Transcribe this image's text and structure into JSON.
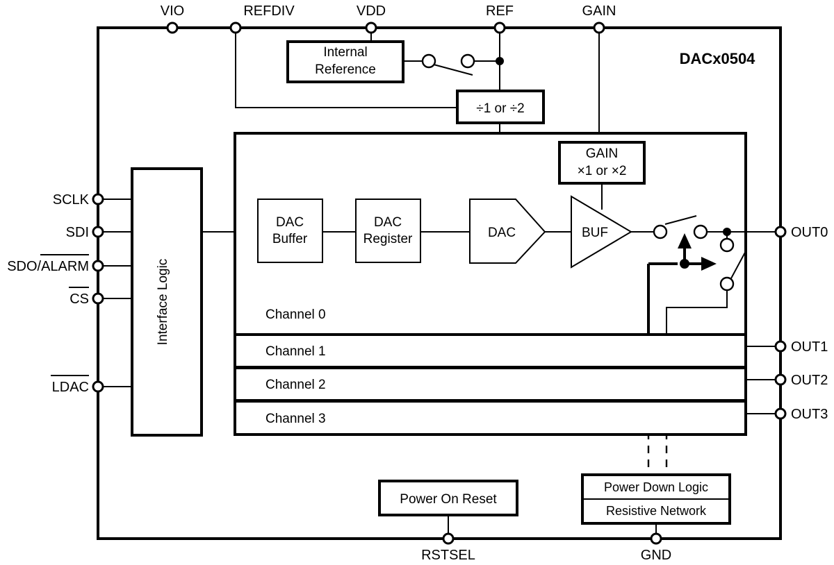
{
  "diagram": {
    "title": "DACx0504",
    "device_label": "DACx0504"
  },
  "pins": {
    "top": [
      {
        "name": "VIO",
        "label": "VIO"
      },
      {
        "name": "REFDIV",
        "label": "REFDIV"
      },
      {
        "name": "VDD",
        "label": "VDD"
      },
      {
        "name": "REF",
        "label": "REF"
      },
      {
        "name": "GAIN",
        "label": "GAIN"
      }
    ],
    "left": [
      {
        "name": "SCLK",
        "label": "SCLK",
        "overbar": "none"
      },
      {
        "name": "SDI",
        "label": "SDI",
        "overbar": "none"
      },
      {
        "name": "SDO_ALARM",
        "label": "SDO/ALARM",
        "overbar": "partial-alarm"
      },
      {
        "name": "CS",
        "label": "CS",
        "overbar": "full"
      },
      {
        "name": "LDAC",
        "label": "LDAC",
        "overbar": "full"
      }
    ],
    "right": [
      {
        "name": "OUT0",
        "label": "OUT0"
      },
      {
        "name": "OUT1",
        "label": "OUT1"
      },
      {
        "name": "OUT2",
        "label": "OUT2"
      },
      {
        "name": "OUT3",
        "label": "OUT3"
      }
    ],
    "bottom": [
      {
        "name": "RSTSEL",
        "label": "RSTSEL"
      },
      {
        "name": "GND",
        "label": "GND"
      }
    ]
  },
  "blocks": {
    "internal_reference": {
      "line1": "Internal",
      "line2": "Reference"
    },
    "ref_divider": {
      "label": "÷1 or ÷2"
    },
    "interface_logic": {
      "label": "Interface Logic"
    },
    "dac_buffer": {
      "line1": "DAC",
      "line2": "Buffer"
    },
    "dac_register": {
      "line1": "DAC",
      "line2": "Register"
    },
    "dac": {
      "label": "DAC"
    },
    "gain": {
      "line1": "GAIN",
      "line2": "×1 or ×2"
    },
    "buf": {
      "label": "BUF"
    },
    "power_on_reset": {
      "label": "Power On Reset"
    },
    "power_down_logic": {
      "label": "Power Down Logic"
    },
    "resistive_network": {
      "label": "Resistive Network"
    }
  },
  "channels": [
    {
      "name": "channel-0",
      "label": "Channel 0"
    },
    {
      "name": "channel-1",
      "label": "Channel 1"
    },
    {
      "name": "channel-2",
      "label": "Channel 2"
    },
    {
      "name": "channel-3",
      "label": "Channel 3"
    }
  ],
  "colors": {
    "line": "#000000",
    "background": "#ffffff",
    "text": "#000000"
  }
}
